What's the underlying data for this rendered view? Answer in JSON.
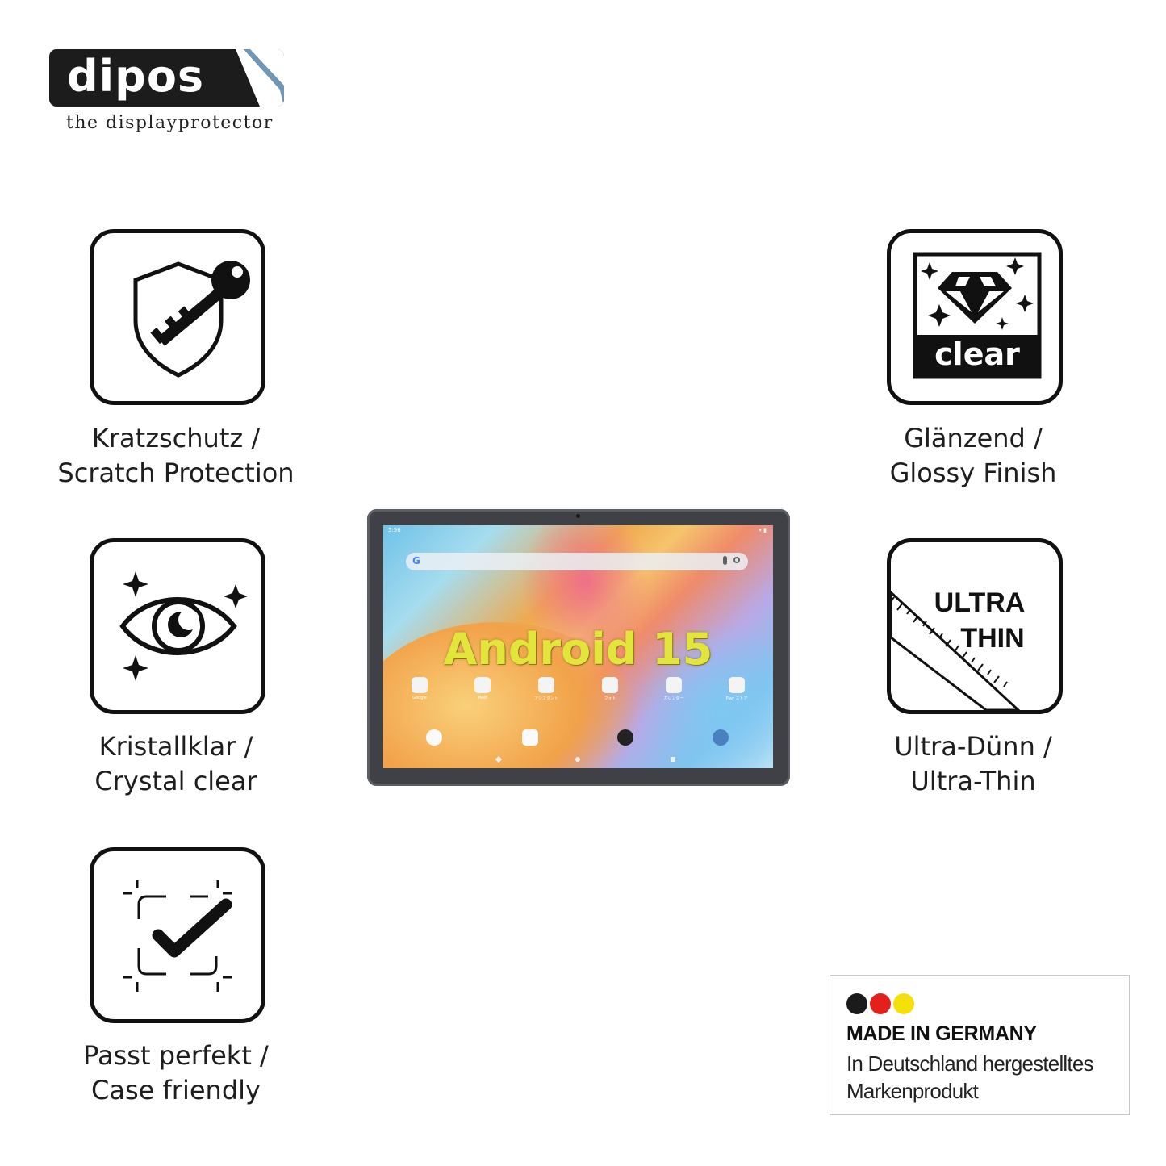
{
  "brand": {
    "name": "dipos",
    "tagline": "the displayprotector",
    "logo_color": "#1c1c1c",
    "corner_accent": "#6f98b8"
  },
  "features": [
    {
      "id": "scratch",
      "icon": "shield-key-icon",
      "line1": "Kratzschutz /",
      "line2": "Scratch Protection"
    },
    {
      "id": "crystal",
      "icon": "eye-sparkle-icon",
      "line1": "Kristallklar /",
      "line2": "Crystal clear"
    },
    {
      "id": "case",
      "icon": "frame-check-icon",
      "line1": "Passt perfekt /",
      "line2": "Case friendly"
    },
    {
      "id": "glossy",
      "icon": "diamond-clear-icon",
      "icon_text": "clear",
      "line1": "Glänzend /",
      "line2": "Glossy Finish"
    },
    {
      "id": "thin",
      "icon": "ultra-thin-ruler-icon",
      "icon_text_1": "ULTRA",
      "icon_text_2": "THIN",
      "line1": "Ultra-Dünn /",
      "line2": "Ultra-Thin"
    }
  ],
  "tablet": {
    "screen_title": "Android 15",
    "status_time": "5:56",
    "search_logo": "G",
    "apps": [
      "Google",
      "Meet",
      "アシスタント",
      "フォト",
      "カレンダー",
      "Play ストア"
    ]
  },
  "badge": {
    "flag_colors": [
      "#1b1b1b",
      "#e3201b",
      "#f4e00b"
    ],
    "title": "MADE IN GERMANY",
    "subtitle_line1": "In Deutschland hergestelltes",
    "subtitle_line2": "Markenprodukt"
  }
}
